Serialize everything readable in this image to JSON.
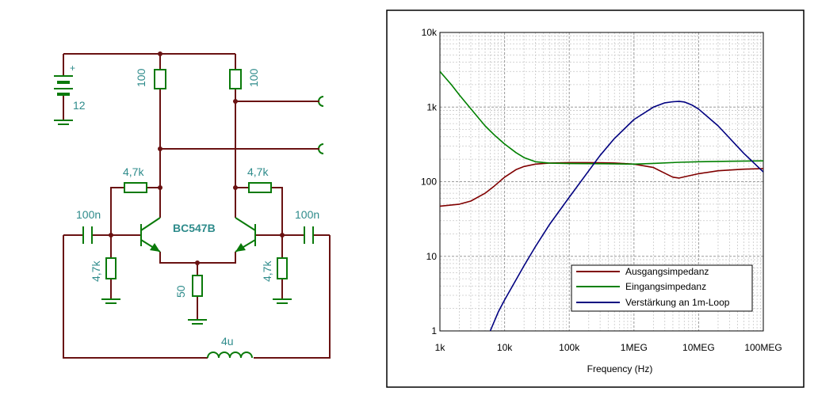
{
  "colors": {
    "wire": "#6a1212",
    "component": "#0a7a0a",
    "label": "#2e8b8b",
    "series_output": "#800000",
    "series_input": "#008000",
    "series_gain": "#000080",
    "grid": "#c8c8c8"
  },
  "circuit": {
    "battery_voltage": "12",
    "battery_plus": "+",
    "r_top_left": "100",
    "r_top_right": "100",
    "r_fb_left": "4,7k",
    "r_fb_right": "4,7k",
    "c_left": "100n",
    "c_right": "100n",
    "r_base_left": "4,7k",
    "r_base_right": "4,7k",
    "transistor_label": "BC547B",
    "r_emitter": "50",
    "inductor": "4u"
  },
  "chart_data": {
    "type": "line",
    "xlabel": "Frequency (Hz)",
    "x_scale": "log",
    "y_scale": "log",
    "xlim": [
      1000,
      100000000
    ],
    "ylim": [
      1,
      10000
    ],
    "x_ticks": [
      1000,
      10000,
      100000,
      1000000,
      10000000,
      100000000
    ],
    "x_tick_labels": [
      "1k",
      "10k",
      "100k",
      "1MEG",
      "10MEG",
      "100MEG"
    ],
    "y_ticks": [
      1,
      10,
      100,
      1000,
      10000
    ],
    "y_tick_labels": [
      "1",
      "10",
      "100",
      "1k",
      "10k"
    ],
    "grid": true,
    "legend_position": "bottom-right",
    "series": [
      {
        "name": "Ausgangsimpedanz",
        "color": "#800000",
        "x": [
          1000,
          2000,
          3000,
          5000,
          7000,
          10000,
          15000,
          20000,
          30000,
          50000,
          100000,
          200000,
          500000,
          1000000,
          2000000,
          3000000,
          4000000,
          5000000,
          6000000,
          10000000,
          20000000,
          50000000,
          100000000
        ],
        "y": [
          47,
          50,
          55,
          70,
          88,
          115,
          145,
          160,
          172,
          178,
          180,
          180,
          178,
          172,
          155,
          130,
          115,
          112,
          116,
          128,
          140,
          147,
          150
        ]
      },
      {
        "name": "Eingangsimpedanz",
        "color": "#008000",
        "x": [
          1000,
          1500,
          2000,
          3000,
          5000,
          7000,
          10000,
          15000,
          20000,
          30000,
          50000,
          100000,
          300000,
          1000000,
          2000000,
          5000000,
          10000000,
          30000000,
          100000000
        ],
        "y": [
          3000,
          2000,
          1450,
          950,
          560,
          420,
          320,
          245,
          210,
          185,
          177,
          175,
          174,
          172,
          176,
          182,
          185,
          188,
          190
        ]
      },
      {
        "name": "Verstärkung an 1m-Loop",
        "color": "#000080",
        "x": [
          6000,
          8000,
          10000,
          20000,
          30000,
          50000,
          100000,
          200000,
          300000,
          500000,
          1000000,
          2000000,
          3000000,
          4000000,
          5000000,
          6000000,
          8000000,
          10000000,
          20000000,
          50000000,
          100000000
        ],
        "y": [
          1,
          1.8,
          2.6,
          7.5,
          13.5,
          27,
          62,
          140,
          225,
          380,
          680,
          1000,
          1140,
          1180,
          1190,
          1170,
          1060,
          940,
          560,
          240,
          135
        ]
      }
    ]
  }
}
